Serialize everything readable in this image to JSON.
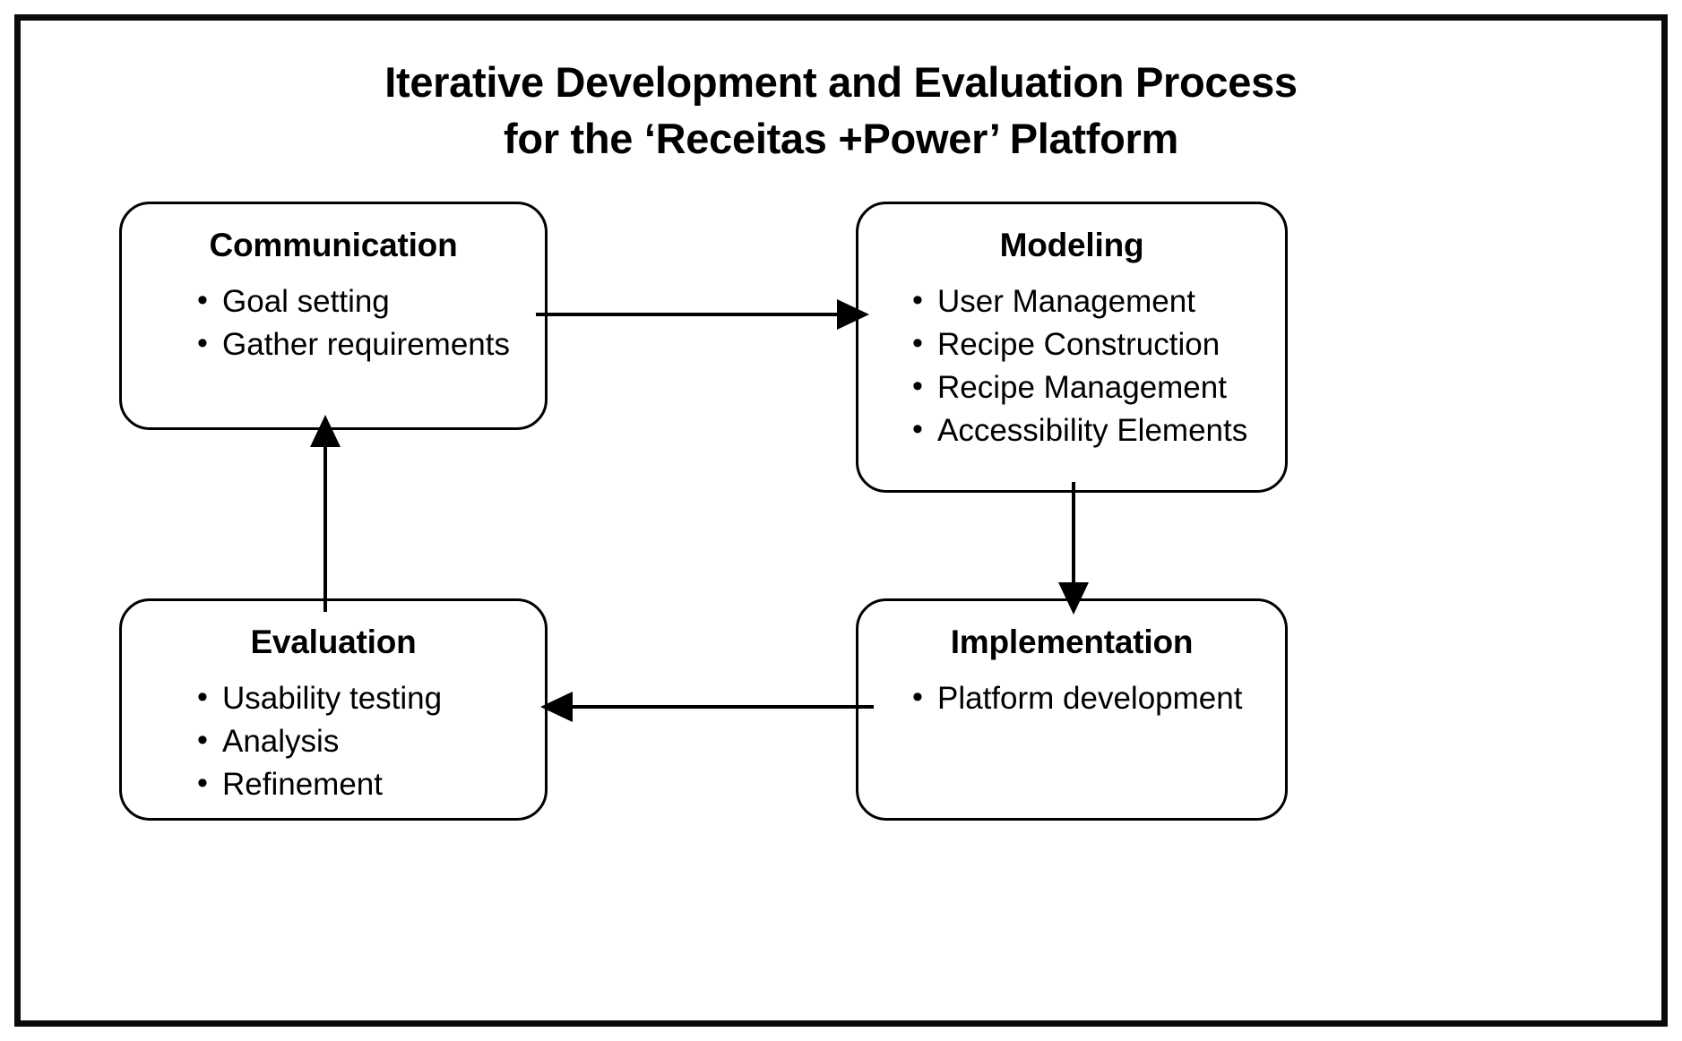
{
  "figure": {
    "title_line_1": "Iterative Development and Evaluation Process",
    "title_line_2": "for the ‘Receitas +Power’ Platform",
    "frame_color": "#0a0a0c",
    "box_border_color": "#000000",
    "background_color": "#ffffff"
  },
  "chart_data": {
    "type": "diagram",
    "title": "Iterative Development and Evaluation Process for the ‘Receitas +Power’ Platform",
    "nodes": [
      {
        "id": "communication",
        "label": "Communication",
        "items": [
          "Goal setting",
          "Gather requirements"
        ],
        "position": "top-left"
      },
      {
        "id": "modeling",
        "label": "Modeling",
        "items": [
          "User Management",
          "Recipe Construction",
          "Recipe Management",
          "Accessibility Elements"
        ],
        "position": "top-right"
      },
      {
        "id": "evaluation",
        "label": "Evaluation",
        "items": [
          "Usability testing",
          "Analysis",
          "Refinement"
        ],
        "position": "bottom-left"
      },
      {
        "id": "implementation",
        "label": "Implementation",
        "items": [
          "Platform development"
        ],
        "position": "bottom-right"
      }
    ],
    "edges": [
      {
        "from": "communication",
        "to": "modeling",
        "direction": "right"
      },
      {
        "from": "modeling",
        "to": "implementation",
        "direction": "down"
      },
      {
        "from": "implementation",
        "to": "evaluation",
        "direction": "left"
      },
      {
        "from": "evaluation",
        "to": "communication",
        "direction": "up"
      }
    ]
  },
  "boxes": {
    "communication": {
      "title": "Communication",
      "items": [
        "Goal setting",
        "Gather requirements"
      ]
    },
    "modeling": {
      "title": "Modeling",
      "items": [
        "User Management",
        "Recipe Construction",
        "Recipe Management",
        "Accessibility Elements"
      ]
    },
    "evaluation": {
      "title": "Evaluation",
      "items": [
        "Usability testing",
        "Analysis",
        "Refinement"
      ]
    },
    "implementation": {
      "title": "Implementation",
      "items": [
        "Platform development"
      ]
    }
  },
  "arrows": {
    "communication_to_modeling": "Communication to Modeling",
    "modeling_to_implementation": "Modeling to Implementation",
    "implementation_to_evaluation": "Implementation to Evaluation",
    "evaluation_to_communication": "Evaluation to Communication"
  }
}
